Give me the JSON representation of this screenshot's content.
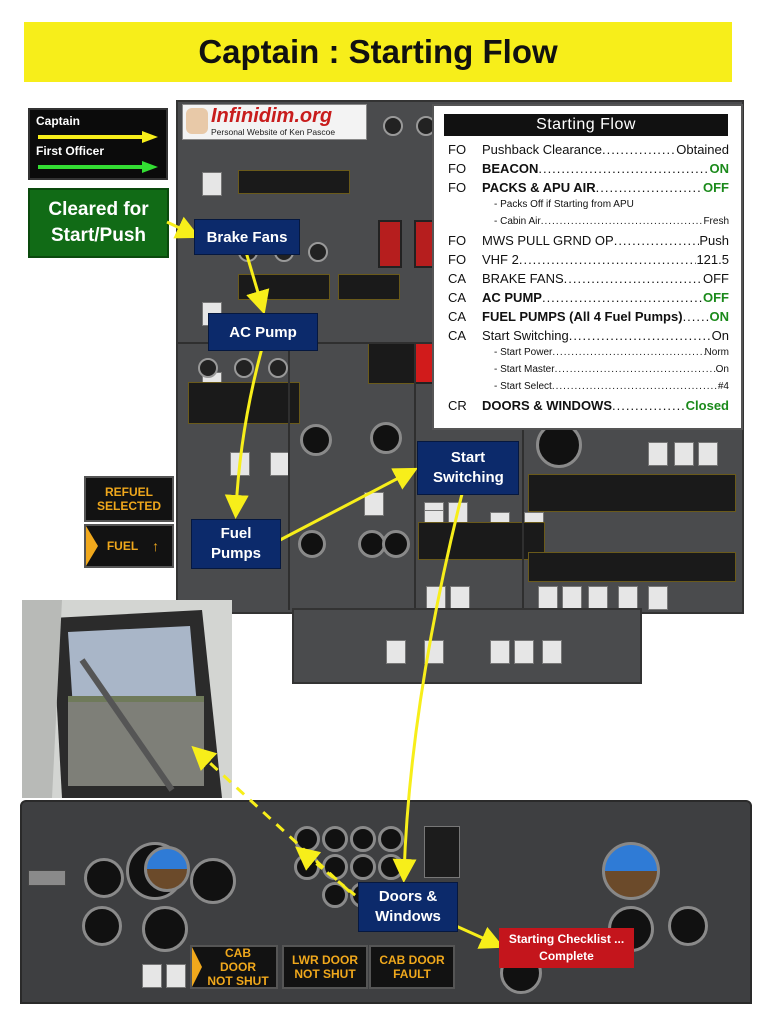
{
  "title": "Captain : Starting Flow",
  "legend": {
    "captain": "Captain",
    "first_officer": "First Officer",
    "captain_color": "#f7ee1a",
    "first_officer_color": "#33dd33"
  },
  "cleared_box": "Cleared for Start/Push",
  "logo": {
    "brand": "Infinidim.org",
    "subtitle": "Personal Website of Ken Pascoe"
  },
  "flow_boxes": {
    "brake_fans": "Brake Fans",
    "ac_pump": "AC Pump",
    "fuel_pumps": "Fuel Pumps",
    "start_switching": "Start Switching",
    "doors_windows": "Doors & Windows",
    "starting_checklist": "Starting Checklist ... Complete"
  },
  "annunciators": {
    "refuel_selected": "REFUEL SELECTED",
    "fuel": "FUEL",
    "cab_door_not_shut": "CAB DOOR NOT SHUT",
    "lwr_door_not_shut": "LWR DOOR NOT SHUT",
    "cab_door_fault": "CAB DOOR FAULT"
  },
  "starting_flow": {
    "heading": "Starting Flow",
    "rows": [
      {
        "role": "FO",
        "item": "Pushback Clearance",
        "value": "Obtained",
        "style": "normal",
        "value_color": "default"
      },
      {
        "role": "FO",
        "item": "BEACON",
        "value": "ON",
        "style": "bold",
        "value_color": "green"
      },
      {
        "role": "FO",
        "item": "PACKS & APU AIR",
        "value": "OFF",
        "style": "bold",
        "value_color": "green"
      },
      {
        "role": "",
        "item": "- Packs Off if Starting from APU",
        "value": "",
        "style": "sub",
        "value_color": "default"
      },
      {
        "role": "",
        "item": "- Cabin Air",
        "value": "Fresh",
        "style": "sub",
        "value_color": "default"
      },
      {
        "role": "FO",
        "item": "MWS PULL GRND OP",
        "value": "Push",
        "style": "normal",
        "value_color": "default"
      },
      {
        "role": "FO",
        "item": "VHF 2",
        "value": "121.5",
        "style": "normal",
        "value_color": "default"
      },
      {
        "role": "CA",
        "item": "BRAKE FANS",
        "value": "OFF",
        "style": "normal",
        "value_color": "default"
      },
      {
        "role": "CA",
        "item": "AC PUMP",
        "value": "OFF",
        "style": "bold",
        "value_color": "green"
      },
      {
        "role": "CA",
        "item": "FUEL PUMPS (All 4 Fuel Pumps)",
        "value": "ON",
        "style": "bold",
        "value_color": "green"
      },
      {
        "role": "CA",
        "item": "Start Switching",
        "value": "On",
        "style": "normal",
        "value_color": "default"
      },
      {
        "role": "",
        "item": "- Start Power",
        "value": "Norm",
        "style": "sub",
        "value_color": "default"
      },
      {
        "role": "",
        "item": "- Start Master",
        "value": "On",
        "style": "sub",
        "value_color": "default"
      },
      {
        "role": "",
        "item": "- Start Select",
        "value": "#4",
        "style": "sub",
        "value_color": "default"
      },
      {
        "role": "CR",
        "item": "DOORS & WINDOWS",
        "value": "Closed",
        "style": "bold",
        "value_color": "green"
      }
    ]
  },
  "colors": {
    "flow_box": "#0c2a6b",
    "panel": "#4a4b4d",
    "arrow": "#f7ee1a",
    "annunciator_amber": "#f0a81c",
    "checklist_red": "#c4151c"
  }
}
